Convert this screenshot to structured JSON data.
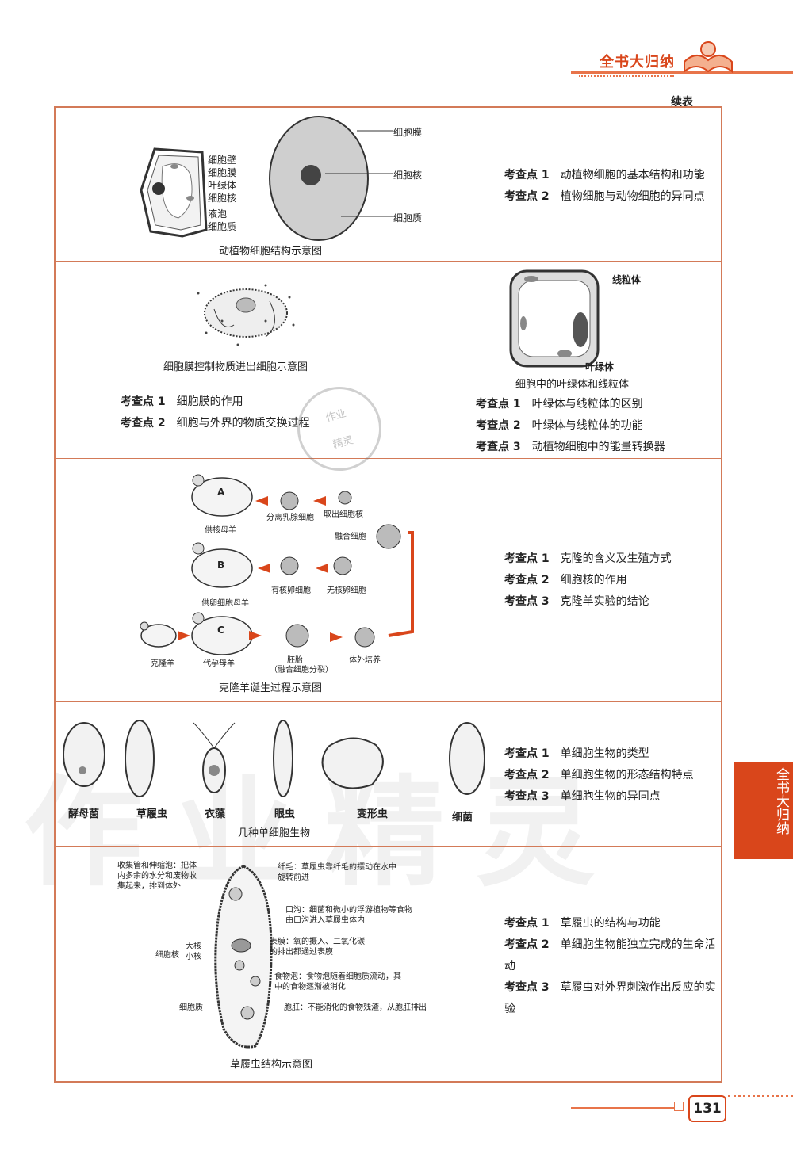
{
  "header": {
    "section_title": "全书大归纳",
    "continued": "续表"
  },
  "rows": [
    {
      "caption": "动植物细胞结构示意图",
      "plant_labels": [
        "细胞壁",
        "细胞膜",
        "叶绿体",
        "细胞核",
        "液泡",
        "细胞质"
      ],
      "animal_labels": [
        "细胞膜",
        "细胞核",
        "细胞质"
      ],
      "points": [
        {
          "tag": "考查点 1",
          "text": "动植物细胞的基本结构和功能"
        },
        {
          "tag": "考查点 2",
          "text": "植物细胞与动物细胞的异同点"
        }
      ]
    },
    {
      "caption": "细胞膜控制物质进出细胞示意图",
      "points": [
        {
          "tag": "考查点 1",
          "text": "细胞膜的作用"
        },
        {
          "tag": "考查点 2",
          "text": "细胞与外界的物质交换过程"
        }
      ]
    },
    {
      "caption": "细胞中的叶绿体和线粒体",
      "labels": [
        "线粒体",
        "叶绿体"
      ],
      "points": [
        {
          "tag": "考查点 1",
          "text": "叶绿体与线粒体的区别"
        },
        {
          "tag": "考查点 2",
          "text": "叶绿体与线粒体的功能"
        },
        {
          "tag": "考查点 3",
          "text": "动植物细胞中的能量转换器"
        }
      ]
    },
    {
      "caption": "克隆羊诞生过程示意图",
      "labels": {
        "A": "A",
        "B": "B",
        "C": "C",
        "donor_nucleus": "供核母羊",
        "separate": "分离乳腺细胞",
        "take_nucleus": "取出细胞核",
        "fused": "融合细胞",
        "donor_egg": "供卵细胞母羊",
        "nucleated_egg": "有核卵细胞",
        "enucleated_egg": "无核卵细胞",
        "clone": "克隆羊",
        "surrogate": "代孕母羊",
        "embryo": "胚胎",
        "embryo_note": "（融合细胞分裂）",
        "culture": "体外培养"
      },
      "points": [
        {
          "tag": "考查点 1",
          "text": "克隆的含义及生殖方式"
        },
        {
          "tag": "考查点 2",
          "text": "细胞核的作用"
        },
        {
          "tag": "考查点 3",
          "text": "克隆羊实验的结论"
        }
      ]
    },
    {
      "caption": "几种单细胞生物",
      "organisms": [
        "酵母菌",
        "草履虫",
        "衣藻",
        "眼虫",
        "变形虫",
        "细菌"
      ],
      "points": [
        {
          "tag": "考查点 1",
          "text": "单细胞生物的类型"
        },
        {
          "tag": "考查点 2",
          "text": "单细胞生物的形态结构特点"
        },
        {
          "tag": "考查点 3",
          "text": "单细胞生物的异同点"
        }
      ]
    },
    {
      "caption": "草履虫结构示意图",
      "labels": {
        "vacuole_a": "收集管和伸缩泡：把体",
        "vacuole_b": "内多余的水分和废物收",
        "vacuole_c": "集起来，排到体外",
        "nucleus": "细胞核",
        "macro": "大核",
        "micro": "小核",
        "cytoplasm": "细胞质",
        "cilia_a": "纤毛：草履虫靠纤毛的摆动在水中",
        "cilia_b": "旋转前进",
        "groove_a": "口沟：细菌和微小的浮游植物等食物",
        "groove_b": "由口沟进入草履虫体内",
        "membrane_a": "表膜：氧的摄入、二氧化碳",
        "membrane_b": "的排出都通过表膜",
        "food_a": "食物泡：食物泡随着细胞质流动，其",
        "food_b": "中的食物逐渐被消化",
        "anus": "胞肛：不能消化的食物残渣，从胞肛排出"
      },
      "points": [
        {
          "tag": "考查点 1",
          "text": "草履虫的结构与功能"
        },
        {
          "tag": "考查点 2",
          "text": "单细胞生物能独立完成的生命活动"
        },
        {
          "tag": "考查点 3",
          "text": "草履虫对外界刺激作出反应的实验"
        }
      ]
    }
  ],
  "side_tab": "全书大归纳",
  "page_number": "131",
  "watermark": "作业精灵",
  "stamp": [
    "作业",
    "精灵"
  ]
}
